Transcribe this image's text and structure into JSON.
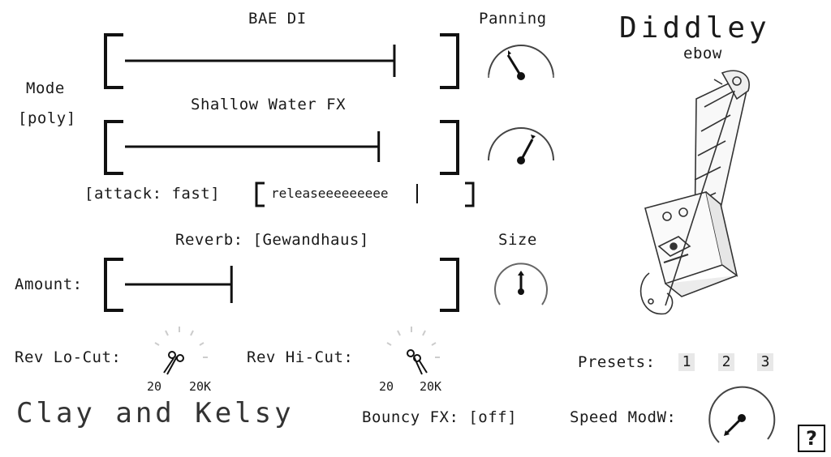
{
  "plugin": {
    "title": "Diddley",
    "subtitle": "ebow",
    "brand": "Clay and Kelsy"
  },
  "mode": {
    "label": "Mode",
    "value": "[poly]"
  },
  "panning": {
    "label": "Panning"
  },
  "slider1": {
    "label": "BAE DI",
    "level": 0.86
  },
  "slider2": {
    "label": "Shallow Water FX",
    "level": 0.81
  },
  "attack": {
    "label": "[attack: fast]"
  },
  "release": {
    "value": "releaseeeeeeeee"
  },
  "reverb": {
    "label": "Reverb: [Gewandhaus]",
    "amount_label": "Amount:",
    "amount_level": 0.34,
    "size_label": "Size"
  },
  "rev_lo_cut": {
    "label": "Rev Lo-Cut:",
    "min": "20",
    "max": "20K"
  },
  "rev_hi_cut": {
    "label": "Rev Hi-Cut:",
    "min": "20",
    "max": "20K"
  },
  "bouncy_fx": {
    "label": "Bouncy FX: [off]"
  },
  "presets": {
    "label": "Presets:",
    "items": [
      "1",
      "2",
      "3"
    ]
  },
  "speed_modw": {
    "label": "Speed ModW:"
  },
  "help": {
    "label": "?"
  }
}
